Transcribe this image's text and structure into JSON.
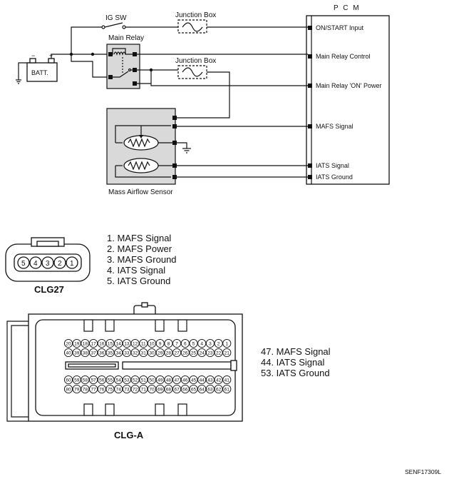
{
  "wiring": {
    "pcm_title": "P C M",
    "ig_sw": "IG SW",
    "junction_box_1": "Junction Box",
    "junction_box_2": "Junction Box",
    "main_relay": "Main Relay",
    "battery": "BATT.",
    "sensor": "Mass Airflow Sensor",
    "pcm_pins": [
      "ON/START Input",
      "Main Relay Control",
      "Main Relay 'ON' Power",
      "MAFS Signal",
      "IATS Signal",
      "IATS Ground"
    ]
  },
  "clg27": {
    "name": "CLG27",
    "pins": [
      "5",
      "4",
      "3",
      "2",
      "1"
    ],
    "legend": [
      "1. MAFS Signal",
      "2. MAFS Power",
      "3. MAFS Ground",
      "4. IATS Signal",
      "5. IATS Ground"
    ]
  },
  "clga": {
    "name": "CLG-A",
    "rows": [
      [
        "20",
        "19",
        "18",
        "17",
        "16",
        "15",
        "14",
        "13",
        "12",
        "11",
        "10",
        "9",
        "8",
        "7",
        "6",
        "5",
        "4",
        "3",
        "2",
        "1"
      ],
      [
        "40",
        "39",
        "38",
        "37",
        "36",
        "35",
        "34",
        "33",
        "32",
        "31",
        "30",
        "29",
        "28",
        "27",
        "26",
        "25",
        "24",
        "23",
        "22",
        "21"
      ],
      [
        "60",
        "59",
        "58",
        "57",
        "56",
        "55",
        "54",
        "53",
        "52",
        "51",
        "50",
        "49",
        "48",
        "47",
        "46",
        "45",
        "44",
        "43",
        "42",
        "41"
      ],
      [
        "80",
        "79",
        "78",
        "77",
        "76",
        "75",
        "74",
        "73",
        "72",
        "71",
        "70",
        "69",
        "68",
        "67",
        "66",
        "65",
        "64",
        "63",
        "62",
        "61"
      ]
    ],
    "legend": [
      "47. MAFS Signal",
      "44. IATS Signal",
      "53. IATS Ground"
    ]
  },
  "figure_code": "SENF17309L"
}
